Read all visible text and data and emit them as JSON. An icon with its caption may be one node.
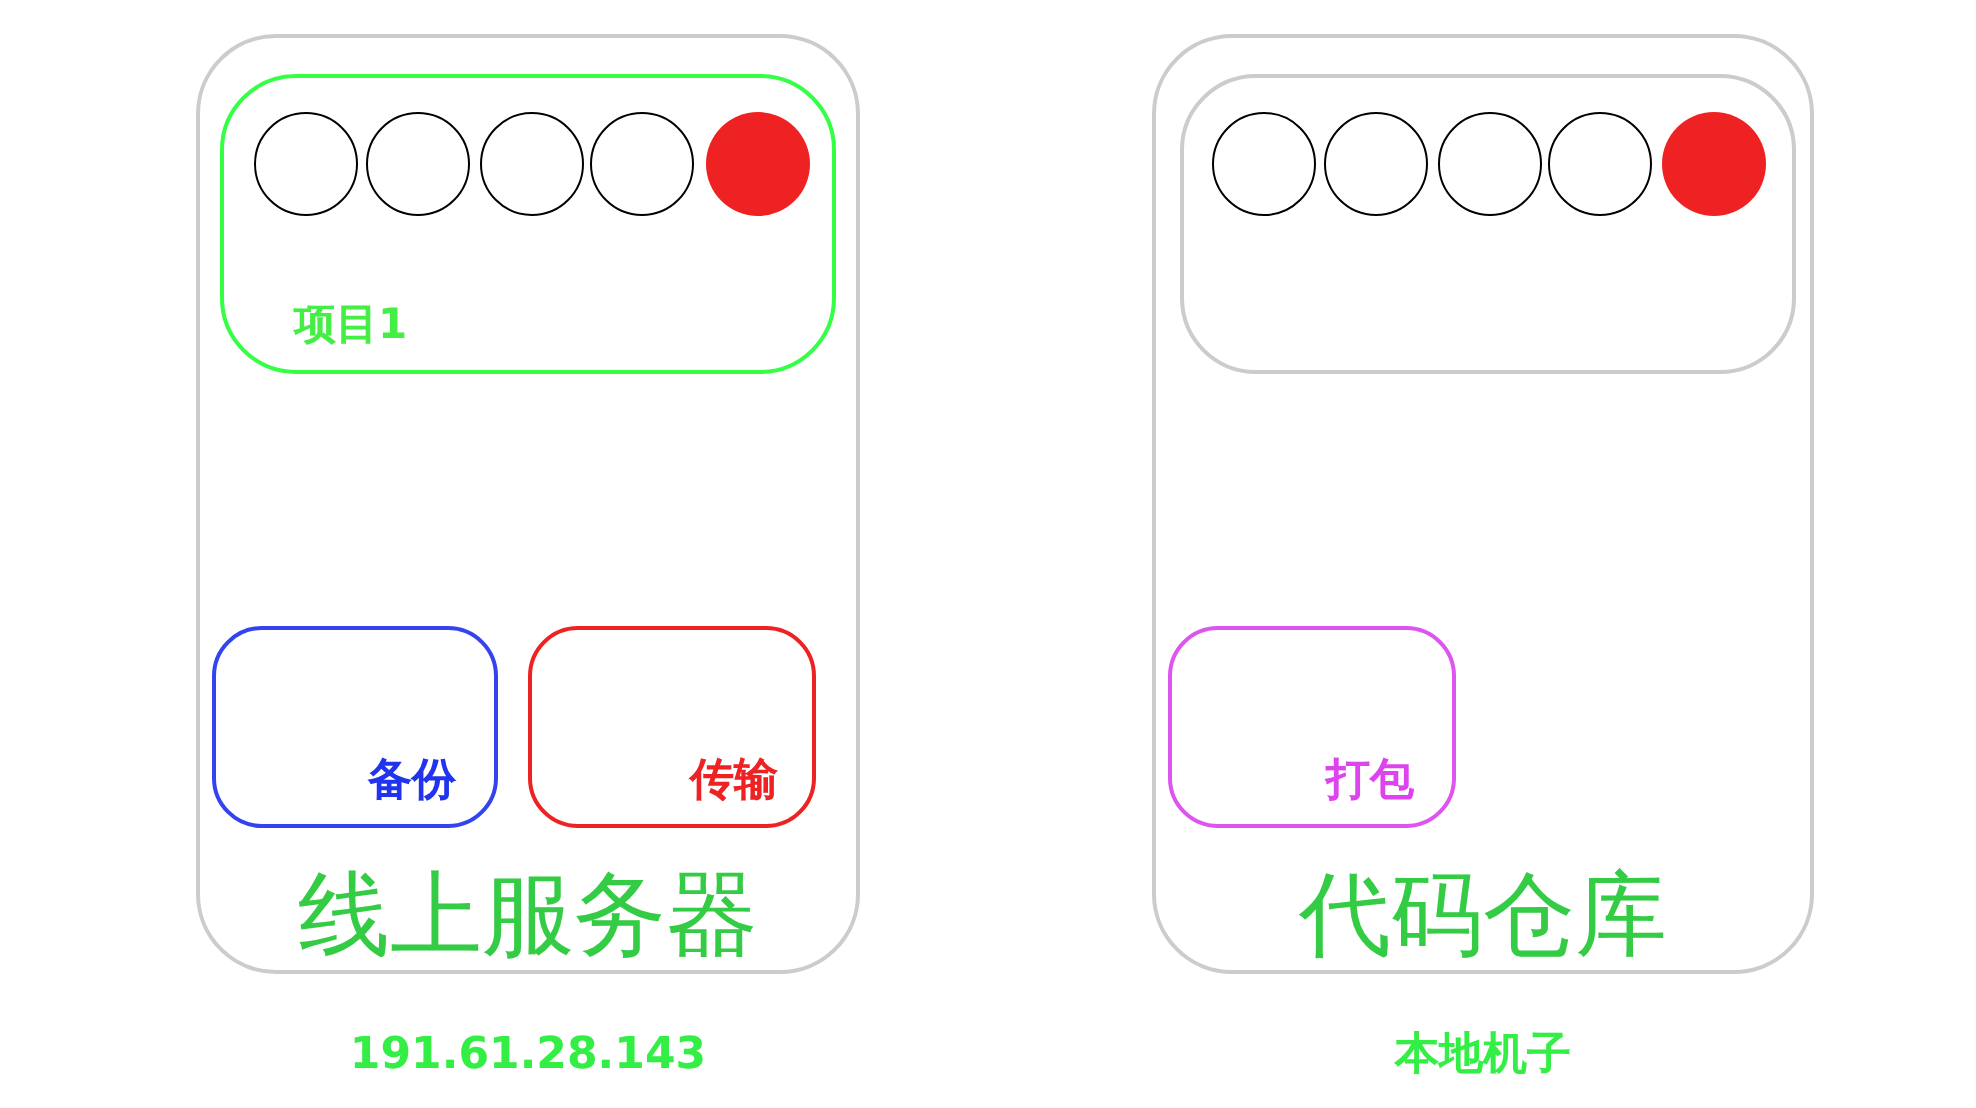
{
  "diagram": {
    "nodes": [
      {
        "text": [
          "线上服务器"
        ],
        "beside": [
          "191.61.28.143"
        ]
      },
      {
        "text": [
          "项目1"
        ],
        "in": 0
      },
      {
        "text": [],
        "shape": "circle",
        "in": 1
      },
      {
        "text": [],
        "shape": "circle",
        "in": 1
      },
      {
        "text": [],
        "shape": "circle",
        "in": 1
      },
      {
        "text": [],
        "shape": "circle",
        "in": 1
      },
      {
        "text": [],
        "shape": "circle",
        "in": 1
      },
      {
        "text": [
          "备份"
        ],
        "in": 0
      },
      {
        "text": [
          "传输"
        ],
        "in": 0
      },
      {
        "text": [
          "代码仓库"
        ],
        "beside": [
          "本地机子"
        ]
      },
      {
        "text": [],
        "shape": "box",
        "in": 9
      },
      {
        "text": [],
        "shape": "circle",
        "in": 10
      },
      {
        "text": [],
        "shape": "circle",
        "in": 10
      },
      {
        "text": [],
        "shape": "circle",
        "in": 10
      },
      {
        "text": [],
        "shape": "circle",
        "in": 10
      },
      {
        "text": [],
        "shape": "circle",
        "in": 10
      },
      {
        "text": [
          "打包"
        ],
        "in": 9
      }
    ]
  }
}
